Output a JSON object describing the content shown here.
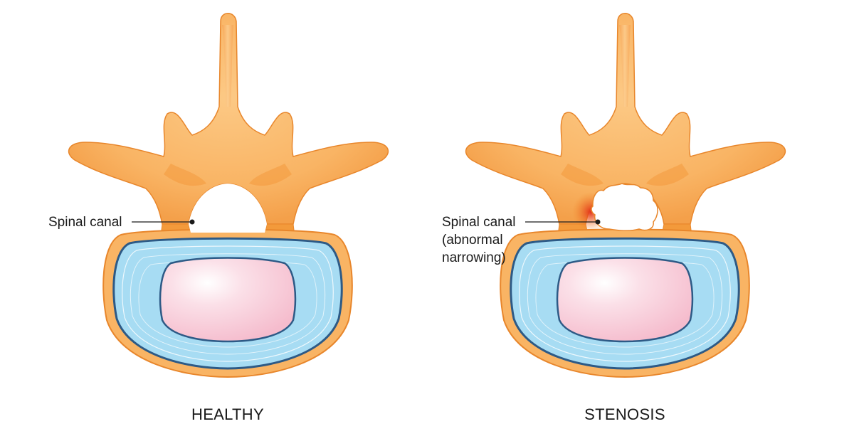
{
  "panels": {
    "healthy": {
      "caption": "HEALTHY",
      "callout": [
        "Spinal canal"
      ]
    },
    "stenosis": {
      "caption": "STENOSIS",
      "callout": [
        "Spinal canal",
        "(abnormal",
        "narrowing)"
      ]
    }
  },
  "colors": {
    "bone": "#f9b464",
    "bone_shadow": "#f28a26",
    "bone_outline": "#e8862b",
    "annulus": "#a7dcf3",
    "annulus_ring": "#2d5a86",
    "nucleus": "#f7c6d3",
    "inflammation": "#e8431c"
  }
}
